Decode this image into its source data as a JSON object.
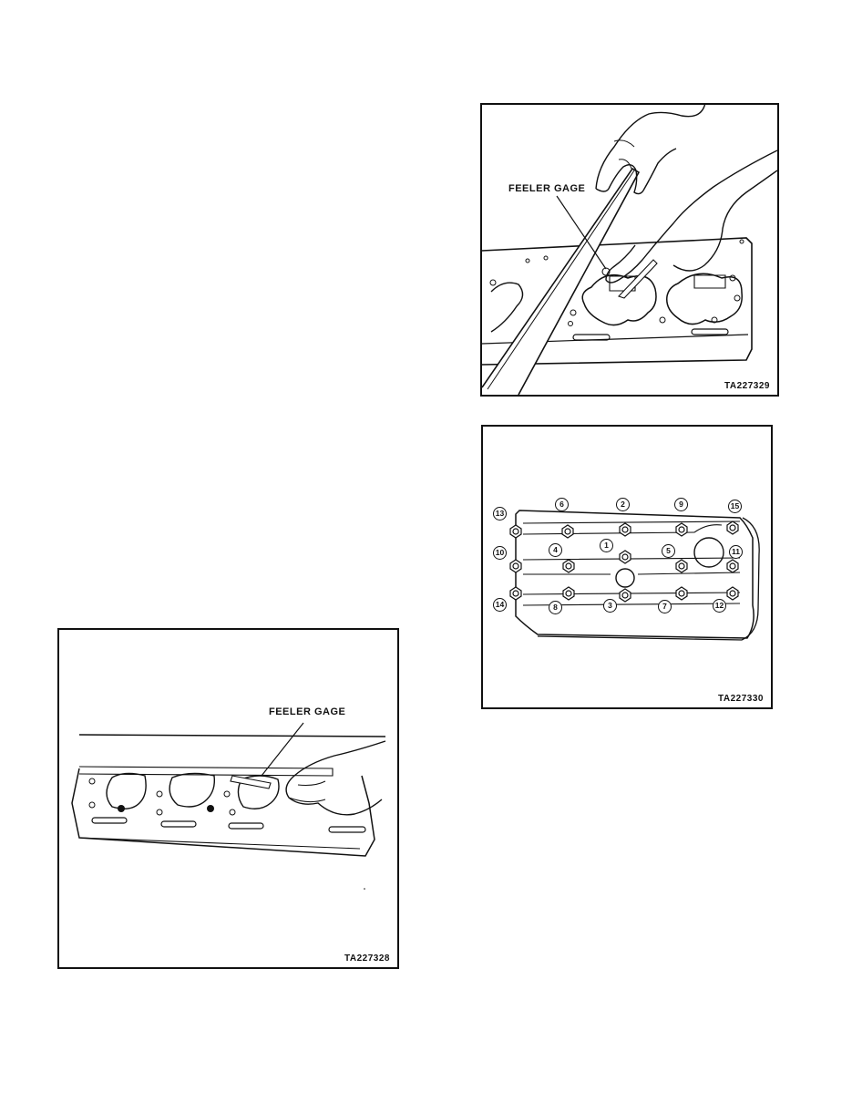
{
  "figures": {
    "top_right": {
      "callout": "FEELER GAGE",
      "figure_id": "TA227329"
    },
    "bolt_sequence": {
      "figure_id": "TA227330",
      "sequence_numbers": [
        "13",
        "6",
        "2",
        "9",
        "15",
        "10",
        "4",
        "1",
        "5",
        "11",
        "14",
        "8",
        "3",
        "7",
        "12"
      ]
    },
    "bottom_left": {
      "callout": "FEELER GAGE",
      "figure_id": "TA227328"
    }
  }
}
